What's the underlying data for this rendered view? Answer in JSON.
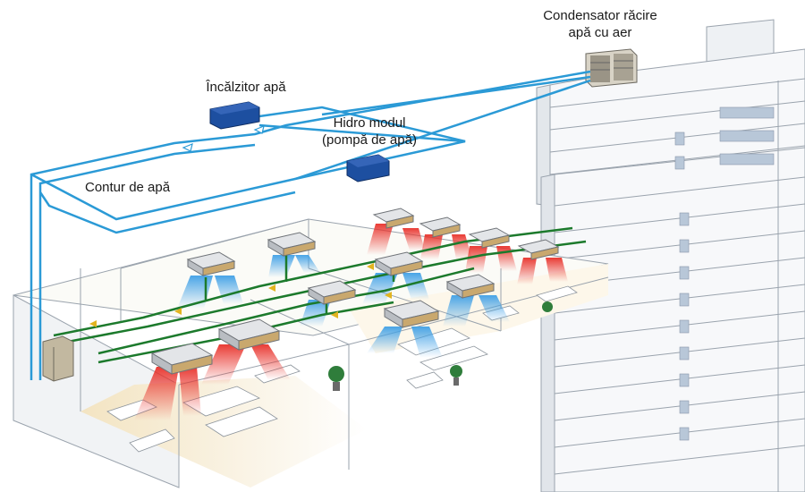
{
  "labels": {
    "condenser_line1": "Condensator răcire",
    "condenser_line2": "apă cu aer",
    "heater": "Încălzitor apă",
    "hydro_line1": "Hidro modul",
    "hydro_line2": "(pompă de apă)",
    "water_loop": "Contur de apă"
  },
  "colors": {
    "pipe": "#2b9ad6",
    "equipment": "#1d4fa0",
    "green_pipe": "#1c7a2c",
    "cold_air": "#3fa0e6",
    "warm_air": "#e8312a",
    "building_line": "#9aa3ad"
  }
}
